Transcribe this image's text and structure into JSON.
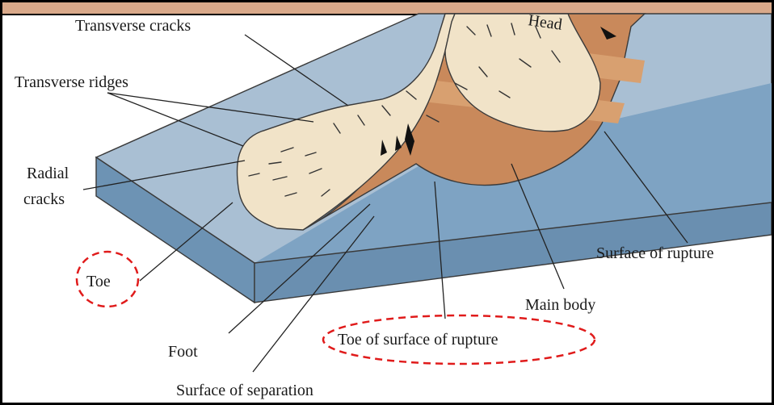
{
  "diagram": {
    "labels": {
      "transverse_cracks": "Transverse cracks",
      "transverse_ridges": "Transverse ridges",
      "radial_line1": "Radial",
      "radial_line2": "cracks",
      "toe": "Toe",
      "foot": "Foot",
      "surface_of_separation": "Surface of separation",
      "toe_of_surface_of_rupture": "Toe of surface of rupture",
      "main_body": "Main body",
      "surface_of_rupture": "Surface of rupture",
      "head": "Head"
    },
    "colors": {
      "slope_top": "#a9bfd3",
      "slope_side": "#6d93b4",
      "slope_right": "#7ea3c3",
      "slide_body": "#f1e3c8",
      "rupture_surface": "#c9895b",
      "rupture_band": "#d8a070",
      "highlight": "#e01b1b",
      "frame_band": "#d9a98a"
    }
  }
}
